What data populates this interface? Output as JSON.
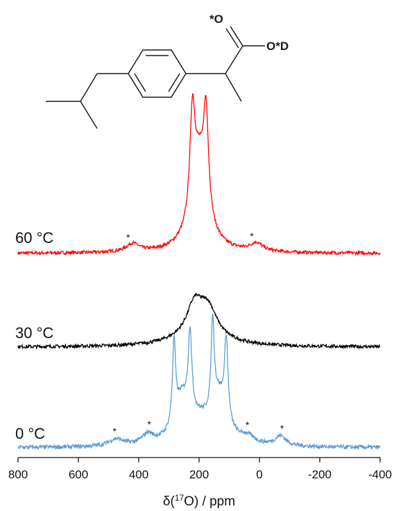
{
  "molecule": {
    "atoms": [
      {
        "id": "O_carbonyl",
        "label": "*O"
      },
      {
        "id": "O_hydroxyl",
        "label": "O*D"
      }
    ]
  },
  "chart_data": {
    "type": "line",
    "xlabel_prefix": "δ(",
    "xlabel_sup": "17",
    "xlabel_suffix": "O) / ppm",
    "xlim": [
      800,
      -400
    ],
    "x_ticks": [
      800,
      600,
      400,
      200,
      0,
      -200,
      -400
    ],
    "x_tick_labels": [
      "800",
      "600",
      "400",
      "200",
      "0",
      "-200",
      "-400"
    ],
    "reversed_x": true,
    "spinning_sideband_marker": "*",
    "series": [
      {
        "name": "60 °C",
        "color": "#ff0000",
        "noise": 0.012,
        "baseline_peaks": [
          [
            420,
            0.06,
            25
          ],
          [
            10,
            0.06,
            25
          ]
        ],
        "peaks": [
          [
            222,
            0.72,
            10
          ],
          [
            177,
            0.72,
            10
          ],
          [
            200,
            0.52,
            26
          ],
          [
            200,
            0.1,
            60
          ]
        ],
        "sidebands": [
          435,
          25
        ]
      },
      {
        "name": "30 °C",
        "color": "#000000",
        "noise": 0.012,
        "baseline_peaks": [],
        "peaks": [
          [
            215,
            0.2,
            30
          ],
          [
            170,
            0.19,
            35
          ],
          [
            200,
            0.1,
            90
          ]
        ],
        "sidebands": []
      },
      {
        "name": "0 °C",
        "color": "#5b9bd5",
        "noise": 0.015,
        "baseline_peaks": [
          [
            475,
            0.05,
            30
          ],
          [
            370,
            0.07,
            22
          ],
          [
            40,
            0.05,
            28
          ],
          [
            -70,
            0.07,
            22
          ]
        ],
        "peaks": [
          [
            283,
            0.58,
            6
          ],
          [
            230,
            0.58,
            7
          ],
          [
            155,
            0.64,
            6
          ],
          [
            110,
            0.58,
            7
          ],
          [
            257,
            0.28,
            30
          ],
          [
            135,
            0.3,
            30
          ],
          [
            200,
            0.14,
            55
          ]
        ],
        "sidebands": [
          480,
          365,
          40,
          -75
        ]
      }
    ]
  }
}
